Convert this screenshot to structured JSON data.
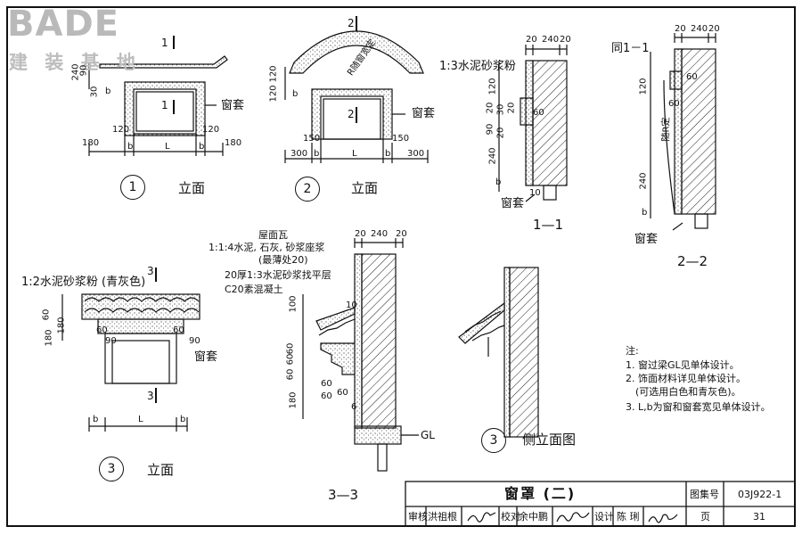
{
  "logo": {
    "text": "BADE",
    "sub": "建 装 基 地"
  },
  "views": {
    "elev1": {
      "circle": "1",
      "caption": "立面",
      "section_mark": "1",
      "window_label": "窗套",
      "dims_h": [
        "120",
        "b",
        "L",
        "b",
        "120"
      ],
      "dims_side": [
        "180",
        "180"
      ],
      "dims_v": [
        "240",
        "90",
        "30",
        "b"
      ]
    },
    "elev2": {
      "circle": "2",
      "caption": "立面",
      "section_mark": "2",
      "window_label": "窗套",
      "arc_label": "R随窗宽定",
      "dims_h": [
        "300",
        "b",
        "L",
        "b",
        "300"
      ],
      "dims_top": [
        "150",
        "150"
      ],
      "dims_v": [
        "120",
        "120",
        "b"
      ]
    },
    "elev3": {
      "circle": "3",
      "caption": "立面",
      "section_mark": "3",
      "window_label": "窗套",
      "mortar_label": "1:2水泥砂浆粉 (青灰色)",
      "dims_v": [
        "60",
        "180",
        "180"
      ],
      "dims_h": [
        "60",
        "90",
        "60",
        "90"
      ],
      "dims_bottom": [
        "b",
        "L",
        "b"
      ]
    },
    "sec11": {
      "title": "1—1",
      "mortar_label": "1:3水泥砂浆粉",
      "window_label": "窗套",
      "dims_top": [
        "20",
        "240",
        "20"
      ],
      "dims_v": [
        "120",
        "20",
        "30",
        "20",
        "90",
        "20",
        "240",
        "b"
      ],
      "dims_in": [
        "60",
        "10"
      ]
    },
    "sec22": {
      "title": "2—2",
      "ref_label": "同1－1",
      "window_label": "窗套",
      "arc_text": "随R定",
      "dims_top": [
        "20",
        "240",
        "20"
      ],
      "dims_v": [
        "120",
        "240",
        "b"
      ],
      "dims_in": [
        "60",
        "60"
      ]
    },
    "sec33": {
      "title": "3—3",
      "gl_label": "GL",
      "labels": [
        "屋面瓦",
        "1:1:4水泥, 石灰, 砂浆座浆",
        "(最薄处20)",
        "20厚1:3水泥砂浆找平层",
        "C20素混凝土"
      ],
      "dims_top": [
        "20",
        "240",
        "20"
      ],
      "dims_v": [
        "100",
        "60",
        "60",
        "60",
        "180"
      ],
      "dims_in": [
        "10",
        "60",
        "60",
        "60",
        "6"
      ]
    },
    "side3": {
      "circle": "3",
      "caption": "侧立面图"
    }
  },
  "notes": {
    "heading": "注:",
    "items": [
      "1. 窗过梁GL见单体设计。",
      "2. 饰面材料详见单体设计。",
      "(可选用白色和青灰色)。",
      "3. L,b为窗和窗套宽见单体设计。"
    ]
  },
  "titleblock": {
    "title": "窗罩 (二)",
    "atlas_label": "图集号",
    "atlas_no": "03J922-1",
    "review_label": "审核",
    "reviewer": "洪祖根",
    "check_label": "校对",
    "checker": "余中鹏",
    "design_label": "设计",
    "designer": "陈 琍",
    "page_label": "页",
    "page_no": "31"
  }
}
